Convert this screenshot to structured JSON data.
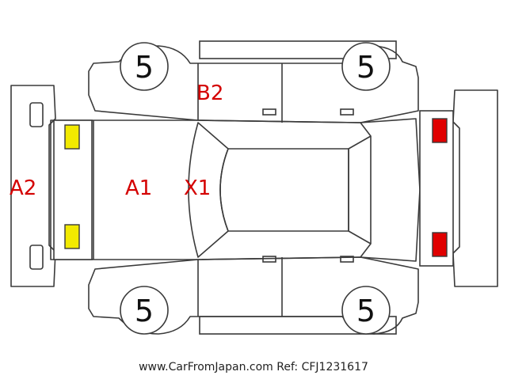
{
  "labels": {
    "b2": "B2",
    "a1": "A1",
    "x1": "X1",
    "a2": "A2"
  },
  "tires": {
    "front_left": "5",
    "rear_left": "5",
    "front_right": "5",
    "rear_right": "5"
  },
  "footer": {
    "site": "www.CarFromJapan.com",
    "ref": "Ref: CFJ1231617"
  },
  "colors": {
    "damage_label": "#d40000",
    "front_lamp": "#f2ea00",
    "rear_lamp": "#e00000"
  }
}
